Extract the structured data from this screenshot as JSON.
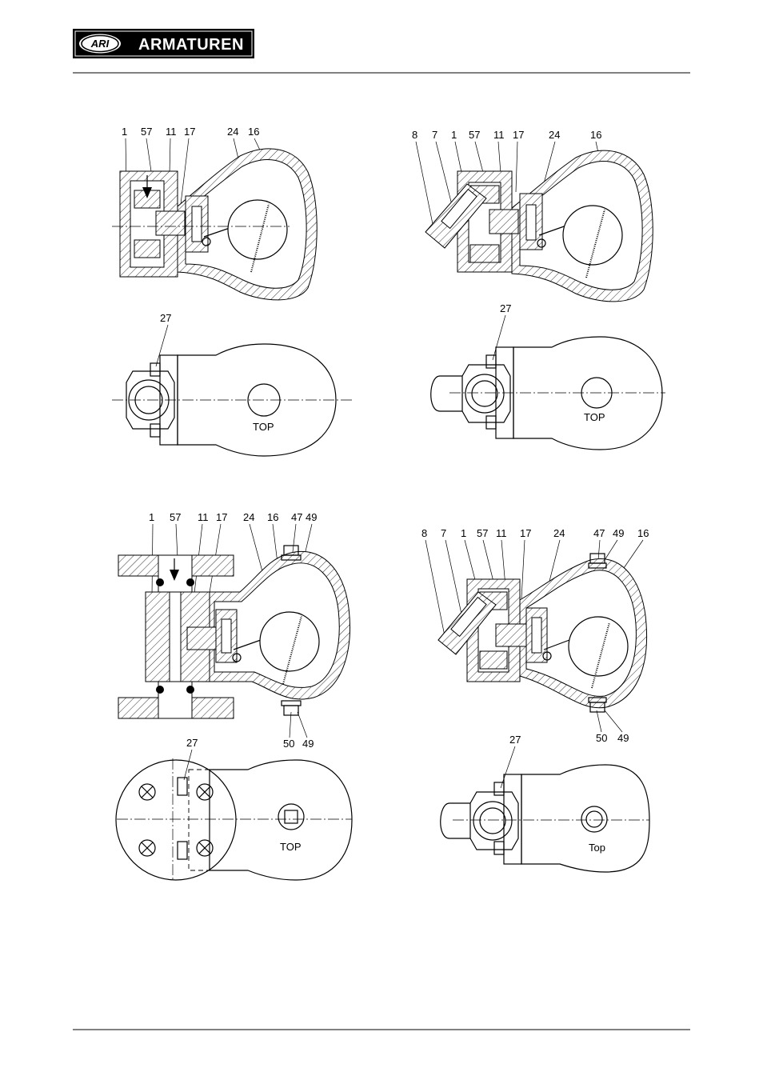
{
  "header": {
    "logo_mark": "ARI",
    "logo_text": "ARMATUREN"
  },
  "drawings": {
    "top_left": {
      "labels": [
        "1",
        "57",
        "11",
        "17",
        "24",
        "16",
        "27"
      ],
      "top_label": "TOP"
    },
    "top_right": {
      "labels": [
        "8",
        "7",
        "1",
        "57",
        "11",
        "17",
        "24",
        "16",
        "27"
      ],
      "top_label": "TOP"
    },
    "bottom_left": {
      "labels": [
        "1",
        "57",
        "11",
        "17",
        "24",
        "16",
        "47",
        "49",
        "50",
        "49",
        "27"
      ],
      "top_label": "TOP"
    },
    "bottom_right": {
      "labels": [
        "8",
        "7",
        "1",
        "57",
        "11",
        "17",
        "24",
        "47",
        "49",
        "16",
        "50",
        "49",
        "27"
      ],
      "top_label": "Top"
    }
  }
}
